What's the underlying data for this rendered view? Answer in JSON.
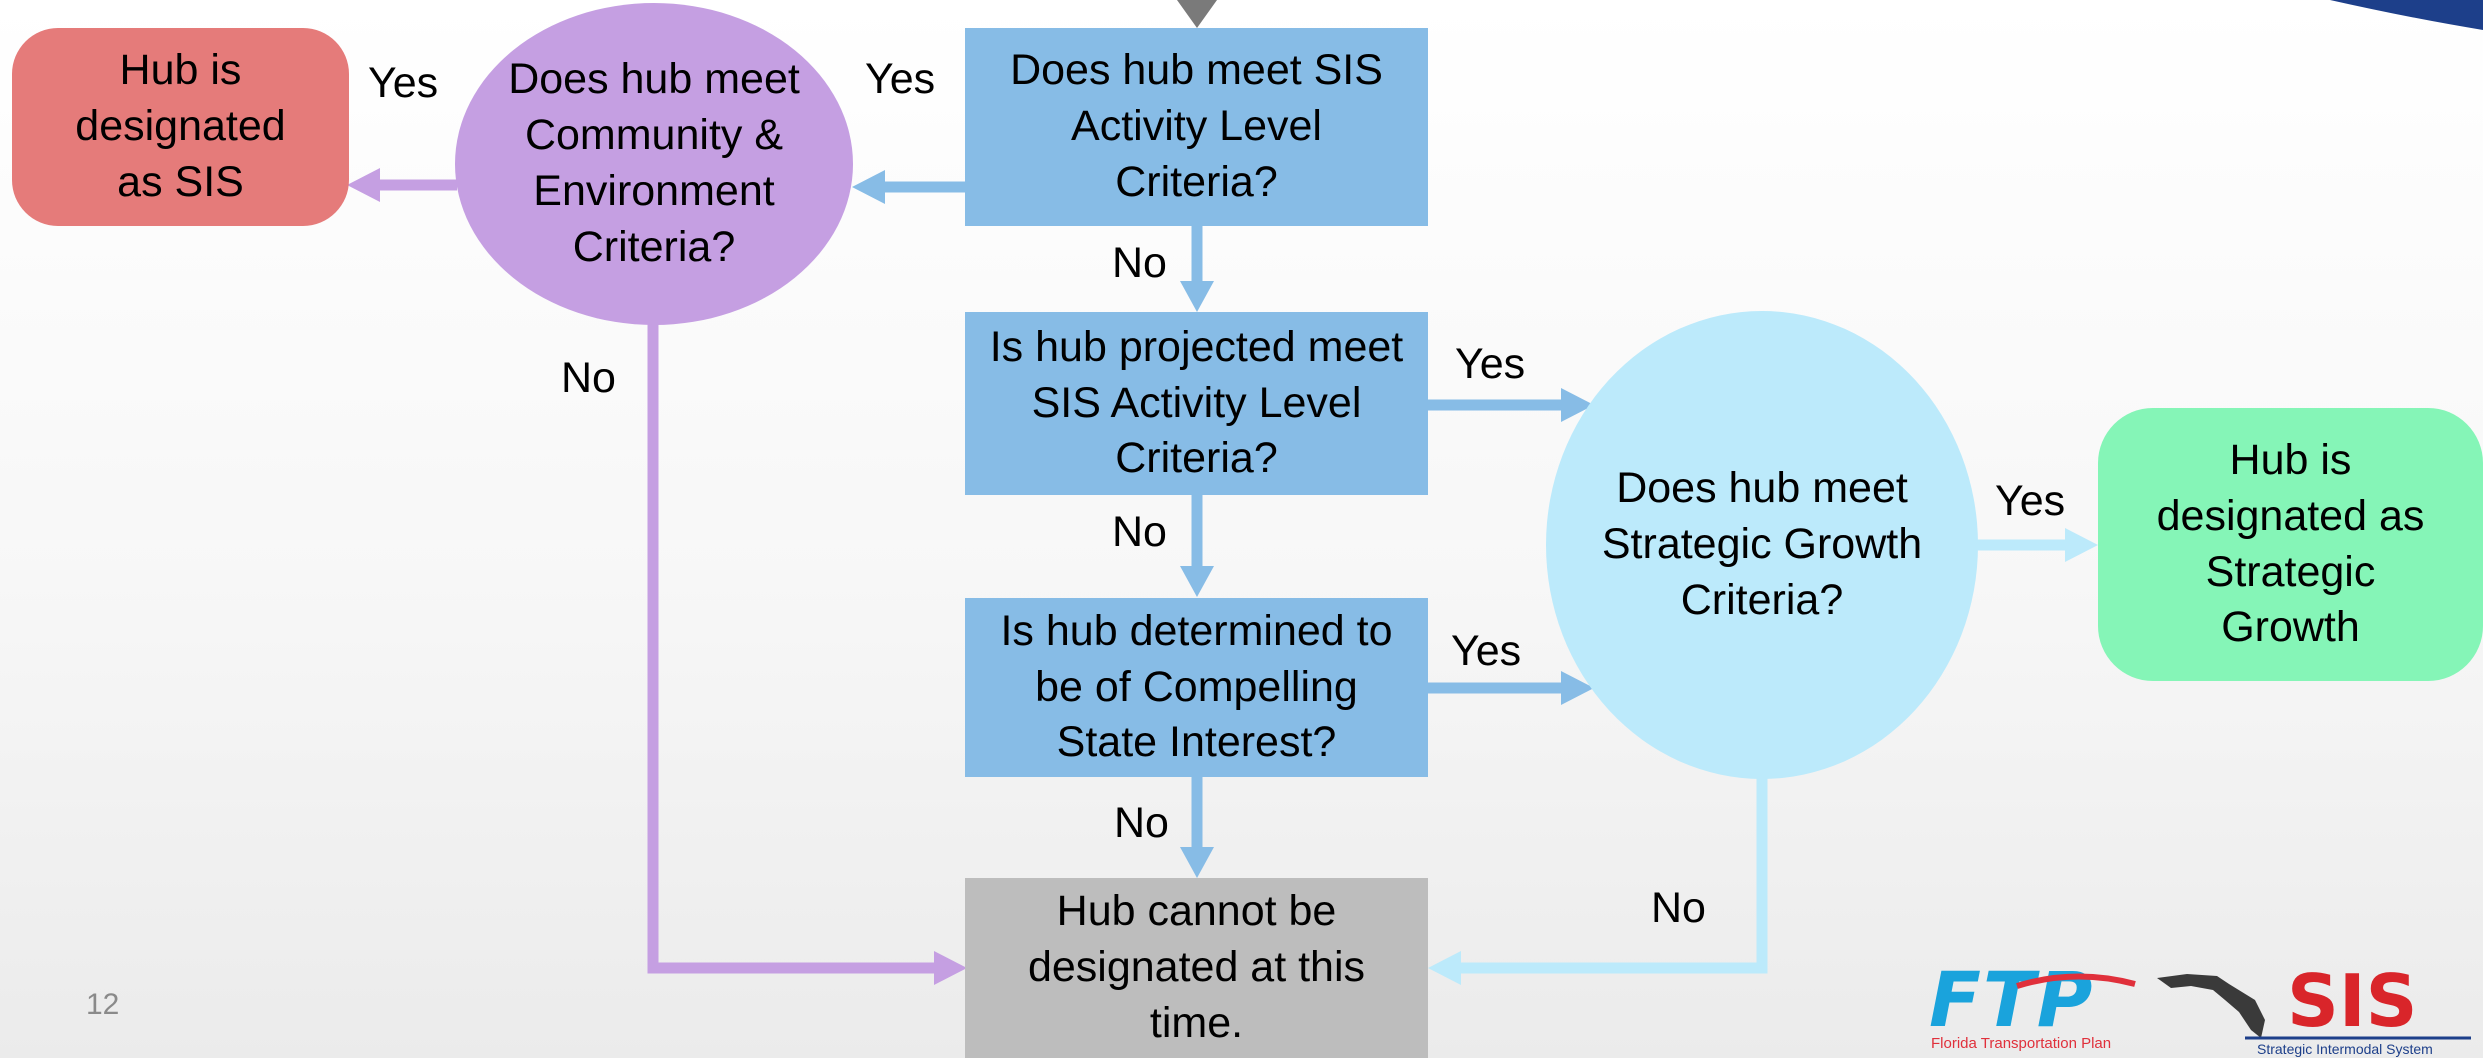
{
  "nodes": {
    "sis_activity": "Does hub meet SIS Activity Level Criteria?",
    "community_env": "Does hub meet Community & Environment Criteria?",
    "designated_sis": "Hub is designated as SIS",
    "projected": "Is hub projected meet SIS Activity Level Criteria?",
    "compelling": "Is hub determined to be of Compelling State Interest?",
    "strategic_growth": "Does hub meet Strategic Growth Criteria?",
    "designated_sg": "Hub is designated as Strategic Growth",
    "cannot": "Hub cannot be designated at this time."
  },
  "edges": {
    "sis_yes": "Yes",
    "sis_no": "No",
    "community_yes": "Yes",
    "community_no": "No",
    "projected_yes": "Yes",
    "projected_no": "No",
    "compelling_yes": "Yes",
    "compelling_no": "No",
    "growth_yes": "Yes",
    "growth_no": "No"
  },
  "page_number": "12",
  "logo": {
    "ftp": "FTP",
    "ftp_caption": "Florida Transportation Plan",
    "sis": "SIS",
    "sis_caption": "Strategic Intermodal System"
  },
  "colors": {
    "blue": "#87bce6",
    "purple": "#c59fe2",
    "red": "#e57b7a",
    "cyan": "#bceafb",
    "green": "#85f5b7",
    "gray": "#bdbdbd"
  }
}
